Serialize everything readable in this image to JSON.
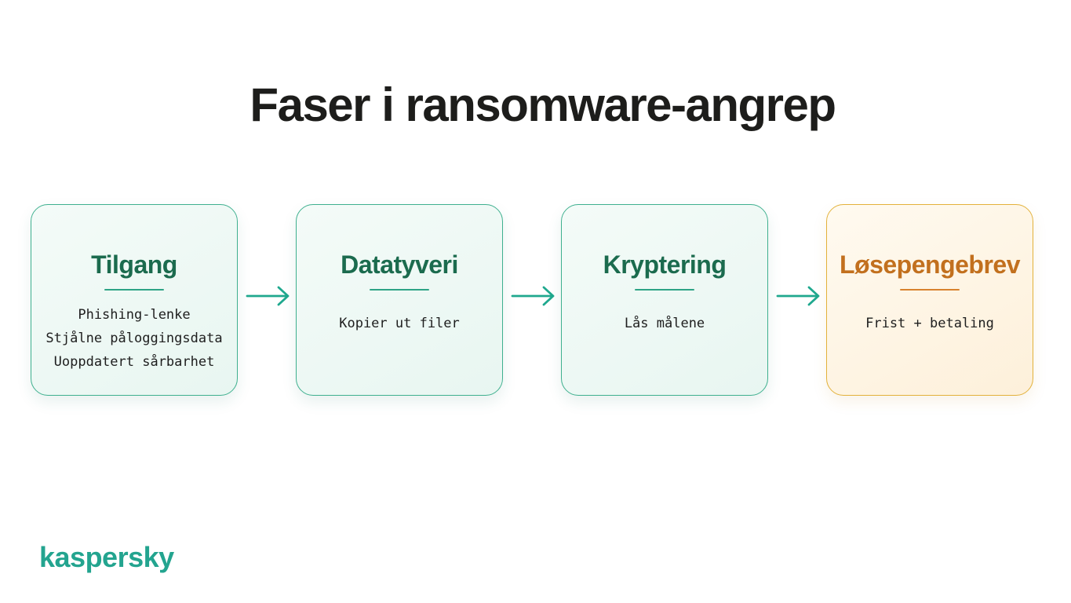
{
  "title": "Faser i ransomware-angrep",
  "stages": [
    {
      "title": "Tilgang",
      "items": [
        "Phishing-lenke",
        "Stjålne påloggingsdata",
        "Uoppdatert sårbarhet"
      ]
    },
    {
      "title": "Datatyveri",
      "items": [
        "Kopier ut filer"
      ]
    },
    {
      "title": "Kryptering",
      "items": [
        "Lås målene"
      ]
    },
    {
      "title": "Løsepengebrev",
      "items": [
        "Frist + betaling"
      ]
    }
  ],
  "brand": {
    "logo_text": "kaspersky"
  },
  "colors": {
    "title": "#1d1d1b",
    "stage_accent": "#1b6b4e",
    "stage_border": "#3fb08f",
    "highlight_accent": "#c2701e",
    "highlight_border": "#e3b13b",
    "arrow": "#1fa88e",
    "logo": "#23a48f"
  },
  "icons": {
    "connector": "arrow-right-icon"
  }
}
